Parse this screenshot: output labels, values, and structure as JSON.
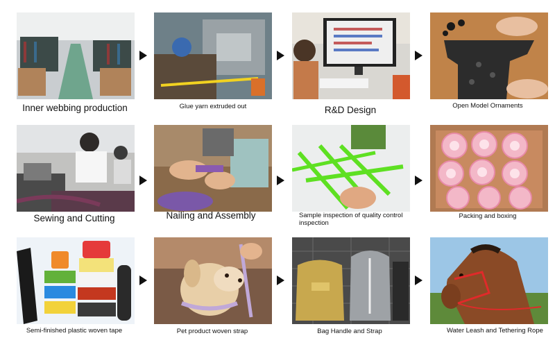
{
  "steps": [
    {
      "caption": "Inner webbing production"
    },
    {
      "caption": "Glue yarn extruded out"
    },
    {
      "caption": "R&D Design"
    },
    {
      "caption": "Open Model Ornaments"
    },
    {
      "caption": "Sewing and Cutting"
    },
    {
      "caption": "Nailing and Assembly"
    },
    {
      "caption": "Sample inspection of quality control inspection"
    },
    {
      "caption": "Packing and boxing"
    },
    {
      "caption": "Semi-finished plastic woven tape"
    },
    {
      "caption": "Pet product woven strap"
    },
    {
      "caption": "Bag Handle and Strap"
    },
    {
      "caption": "Water Leash and Tethering Rope"
    }
  ]
}
